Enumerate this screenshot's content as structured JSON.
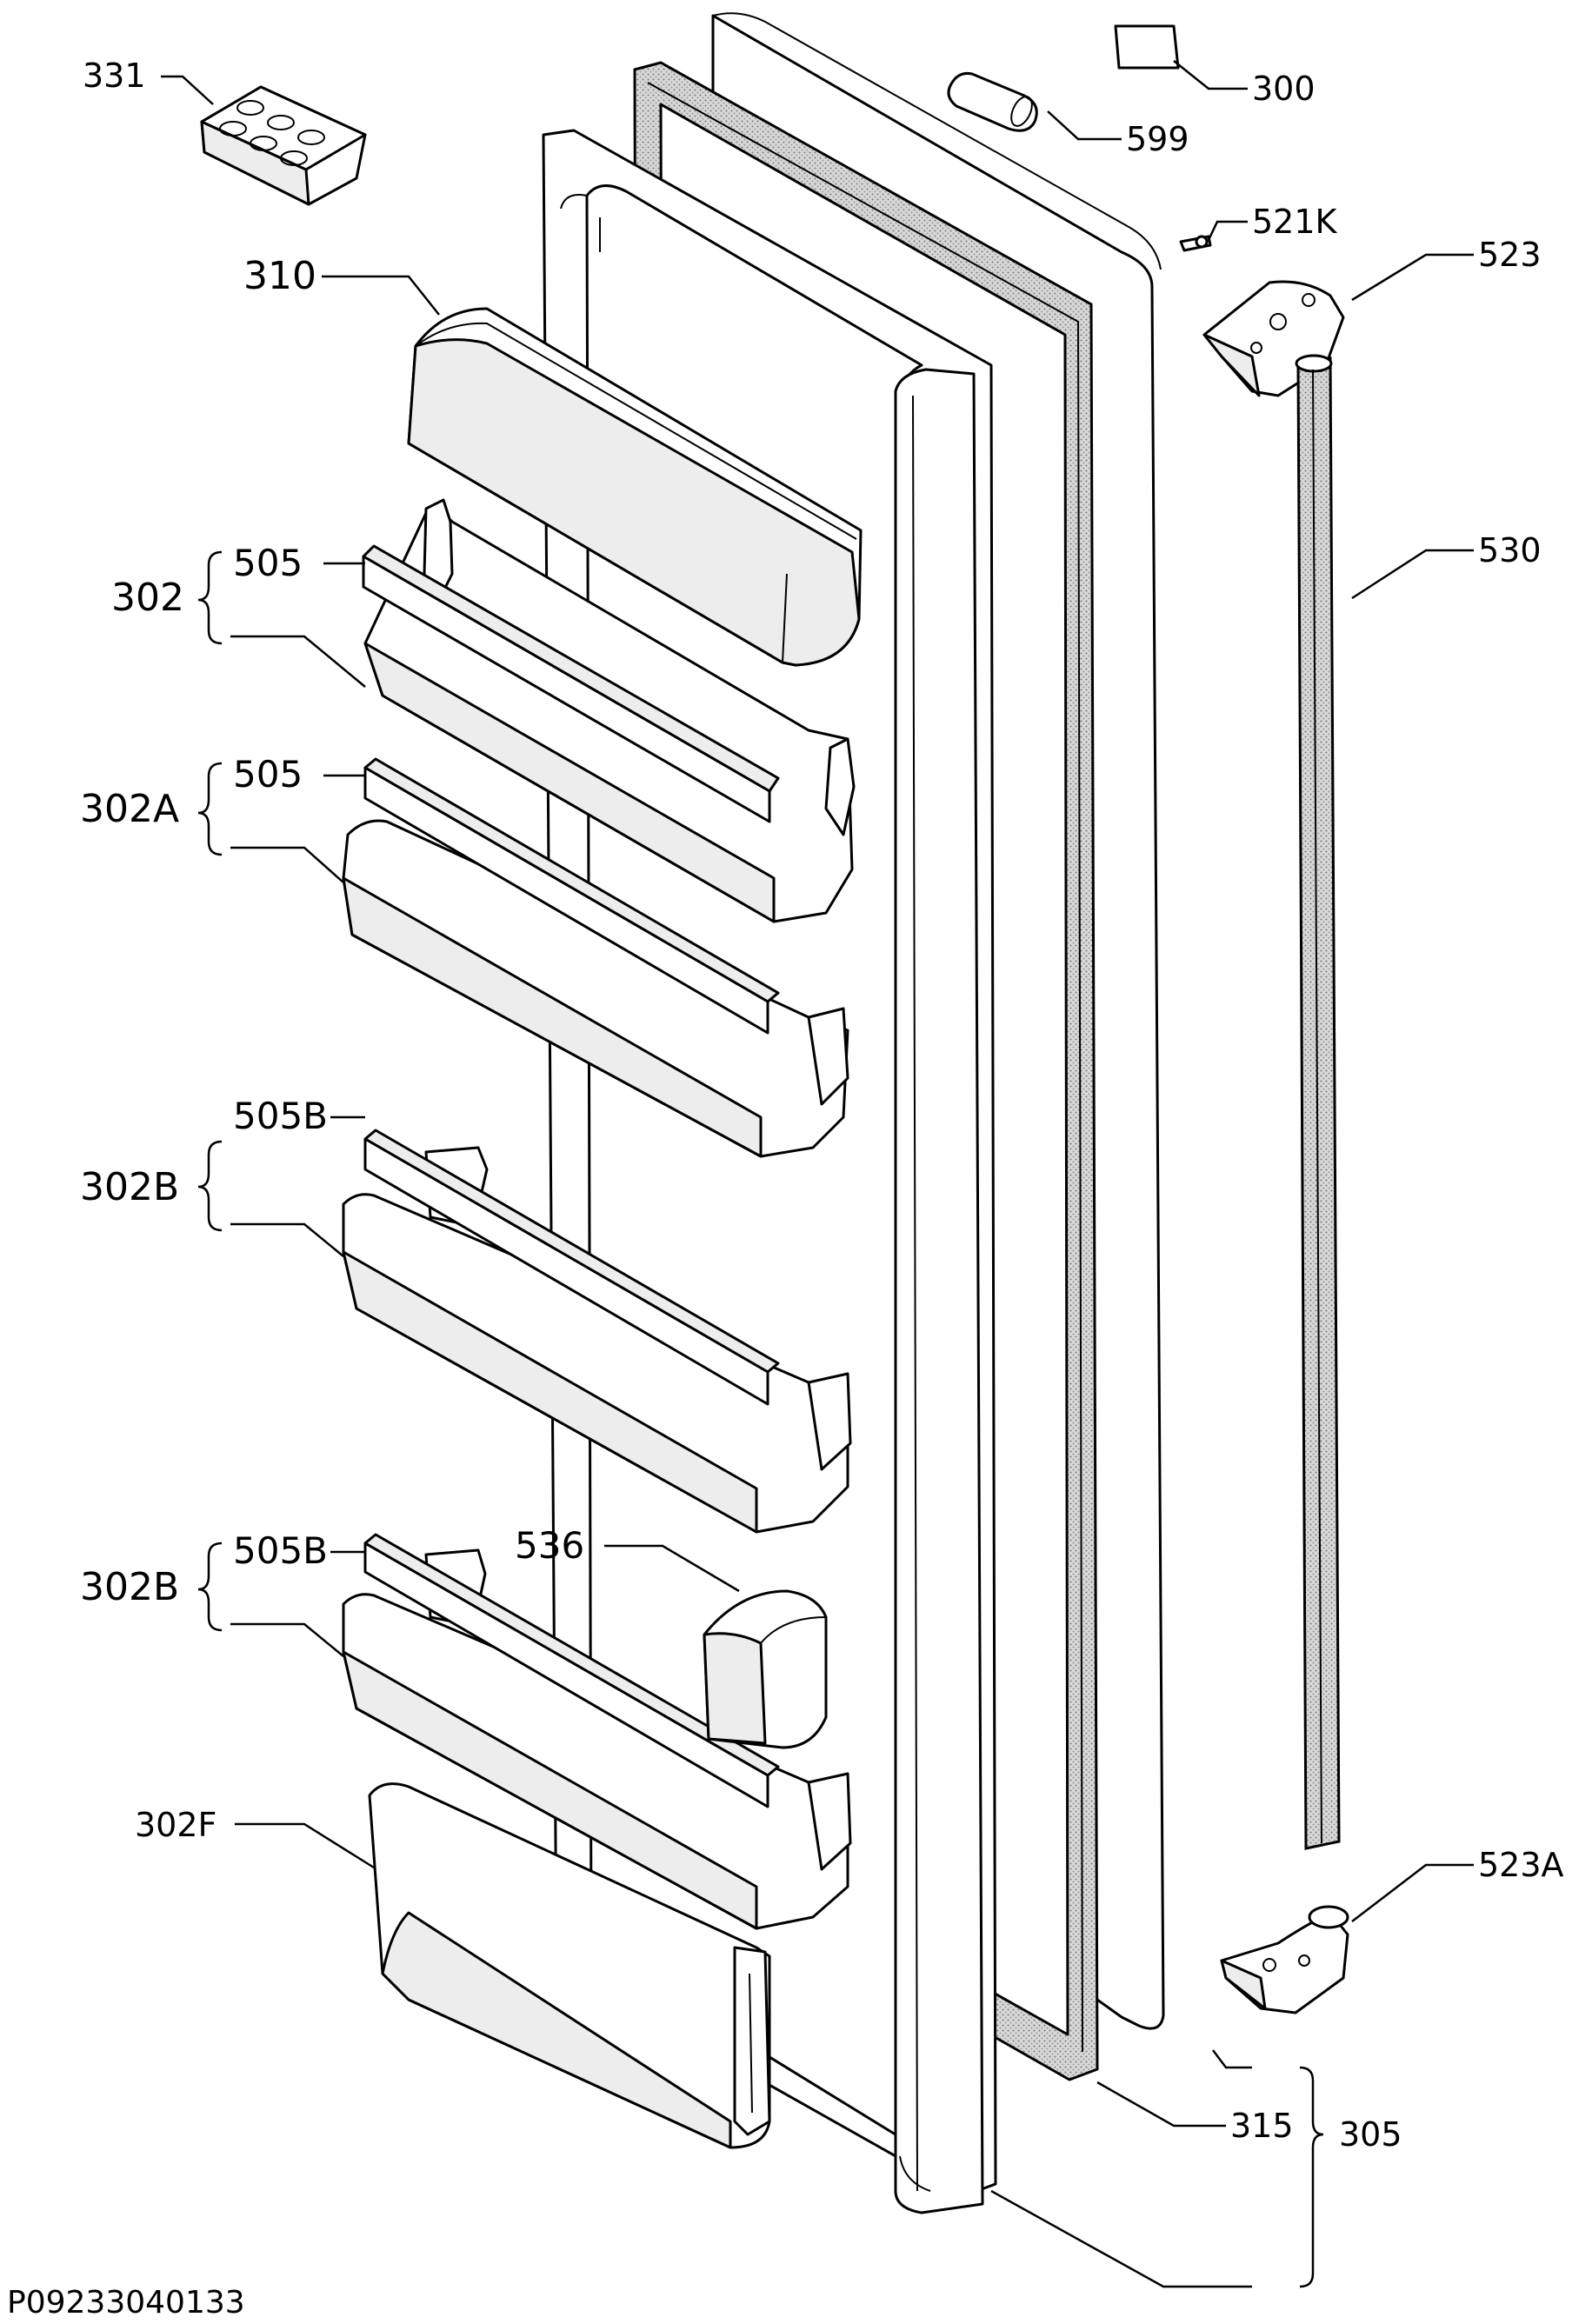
{
  "diagram_id": "P09233040133",
  "labels": {
    "l331": "331",
    "l300": "300",
    "l599": "599",
    "l521k": "521K",
    "l310": "310",
    "l523": "523",
    "l302": "302",
    "l505_a": "505",
    "l530": "530",
    "l302a": "302A",
    "l505_b": "505",
    "l302b_a": "302B",
    "l505b_a": "505B",
    "l302b_b": "302B",
    "l505b_b": "505B",
    "l536": "536",
    "l302f": "302F",
    "l523a": "523A",
    "l315": "315",
    "l305": "305"
  },
  "colors": {
    "line": "#000000",
    "fill": "#ffffff",
    "shade": "#ededed"
  }
}
